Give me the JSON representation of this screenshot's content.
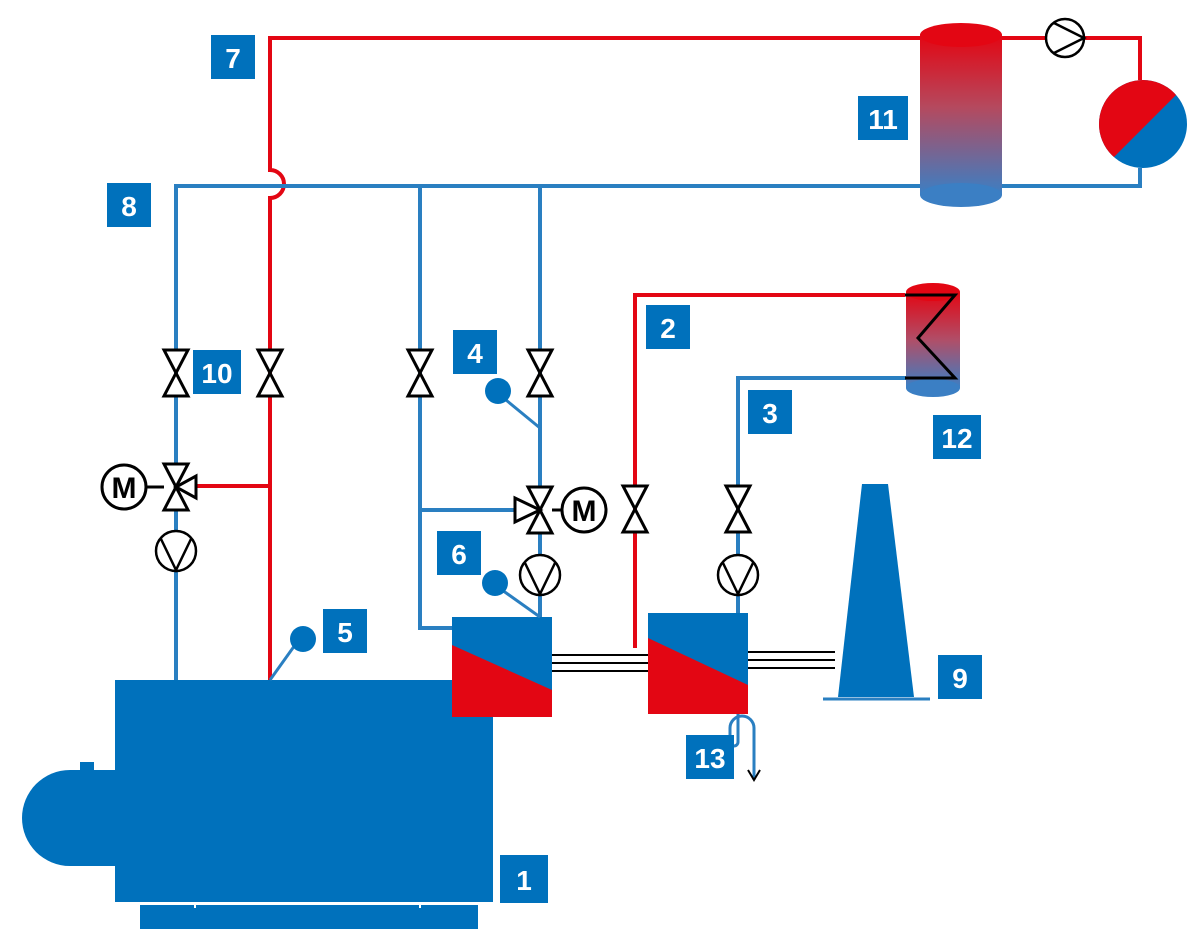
{
  "labels": {
    "l1": "1",
    "l2": "2",
    "l3": "3",
    "l4": "4",
    "l5": "5",
    "l6": "6",
    "l7": "7",
    "l8": "8",
    "l9": "9",
    "l10": "10",
    "l11": "11",
    "l12": "12",
    "l13": "13"
  },
  "motor": {
    "left": "M",
    "right": "M"
  },
  "colors": {
    "hot_pipe": "#e30613",
    "cold_pipe": "#2a7fc1",
    "equipment_blue": "#0071bc",
    "label_box": "#0071bc"
  },
  "icons": [
    "valve-icon",
    "pump-icon",
    "motor-valve-icon",
    "sensor-icon",
    "siphon-icon",
    "chimney-icon",
    "heat-consumer-icon"
  ]
}
